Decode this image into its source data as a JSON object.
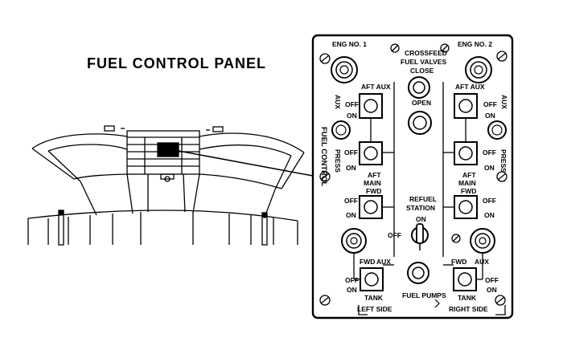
{
  "title": "FUEL CONTROL PANEL",
  "panel": {
    "eng_left": "ENG NO. 1",
    "eng_right": "ENG NO. 2",
    "crossfeed": [
      "CROSSFEED",
      "FUEL VALVES"
    ],
    "close": "CLOSE",
    "open": "OPEN",
    "aft_aux": "AFT AUX",
    "aux": "AUX",
    "off": "OFF",
    "on": "ON",
    "press": "PRESS",
    "fuel_control": "FUEL CONTROL",
    "aft_main_fwd": [
      "AFT",
      "MAIN",
      "FWD"
    ],
    "refuel_station": [
      "REFUEL",
      "STATION"
    ],
    "fwd": "FWD",
    "tank": "TANK",
    "fuel_pumps": "FUEL PUMPS",
    "left_side": "LEFT SIDE",
    "right_side": "RIGHT SIDE"
  }
}
